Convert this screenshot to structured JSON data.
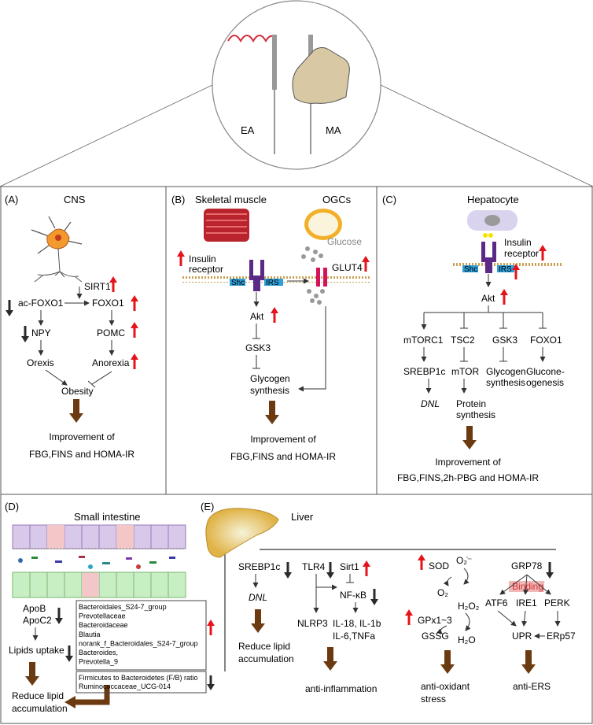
{
  "top": {
    "ea": "EA",
    "ma": "MA"
  },
  "panelA": {
    "tag": "(A)",
    "title": "CNS",
    "sirt1": "SIRT1",
    "ac_foxo1": "ac-FOXO1",
    "foxo1": "FOXO1",
    "npy": "NPY",
    "pomc": "POMC",
    "orexis": "Orexis",
    "anorexia": "Anorexia",
    "obesity": "Obesity",
    "outcome_1": "Improvement of",
    "outcome_2": "FBG,FINS and HOMA-IR"
  },
  "panelB": {
    "tag": "(B)",
    "muscle": "Skeletal muscle",
    "ogcs": "OGCs",
    "glucose": "Glucose",
    "insulin_1": "Insulin",
    "insulin_2": "receptor",
    "glut4": "GLUT4",
    "shc": "Shc",
    "irs": "IRS",
    "akt": "Akt",
    "gsk3": "GSK3",
    "glycogen_1": "Glycogen",
    "glycogen_2": "synthesis",
    "outcome_1": "Improvement of",
    "outcome_2": "FBG,FINS and HOMA-IR"
  },
  "panelC": {
    "tag": "(C)",
    "title": "Hepatocyte",
    "insulin_1": "Insulin",
    "insulin_2": "receptor",
    "shc": "Shc",
    "irs": "IRS",
    "akt": "Akt",
    "mtorc1": "mTORC1",
    "tsc2": "TSC2",
    "gsk3": "GSK3",
    "foxo1": "FOXO1",
    "srebp1c": "SREBP1c",
    "mtor": "mTOR",
    "glycogen_1": "Glycogen",
    "glycogen_2": "synthesis",
    "gluco_1": "Glucone-",
    "gluco_2": "ogenesis",
    "dnl": "DNL",
    "protein_1": "Protein",
    "protein_2": "synthesis",
    "outcome_1": "Improvement of",
    "outcome_2": "FBG,FINS,2h-PBG and HOMA-IR"
  },
  "panelD": {
    "tag": "(D)",
    "title": "Small intestine",
    "apob": "ApoB",
    "apoc2": "ApoC2",
    "lipids": "Lipids uptake",
    "reduce_1": "Reduce lipid",
    "reduce_2": "accumulation",
    "up_taxa": [
      "Bacteroidales_S24-7_group",
      "Prevotellaceae",
      "Bacteroidaceae",
      "Blautia",
      "norank_f_Bacteroidales_S24-7_group",
      "Bacteroides,",
      "Prevotella_9"
    ],
    "down_taxa": [
      "Firmicutes to Bacteroidetes (F/B) ratio",
      "Ruminococcaceae_UCG-014"
    ]
  },
  "panelE": {
    "tag": "(E)",
    "title": "Liver",
    "srebp1c": "SREBP1c",
    "dnl": "DNL",
    "reduce_1": "Reduce lipid",
    "reduce_2": "accumulation",
    "tlr4": "TLR4",
    "sirt1": "Sirt1",
    "nfkb": "NF-κB",
    "nlrp3": "NLRP3",
    "il_1": "IL-18, IL-1b",
    "il_2": "IL-6,TNFa",
    "inflam": "anti-inflammation",
    "sod": "SOD",
    "o2minus": "O₂̇⁻",
    "o2": "O₂",
    "h2o2": "H₂O₂",
    "gpx": "GPx1~3",
    "gssg": "GSSG",
    "h2o": "H₂O",
    "oxid_1": "anti-oxidant",
    "oxid_2": "stress",
    "grp78": "GRP78",
    "binding": "Binding",
    "atf6": "ATF6",
    "ire1": "IRE1",
    "perk": "PERK",
    "upr": "UPR",
    "erp57": "ERp57",
    "ers": "anti-ERS"
  },
  "colors": {
    "up": "#e5141b",
    "down": "#2b2b2b",
    "outcome": "#6b3a10",
    "receptor": "#5b2a86",
    "membrane": "#c8a050",
    "shc": "#2e9fd8",
    "glut": "#d4145a"
  }
}
